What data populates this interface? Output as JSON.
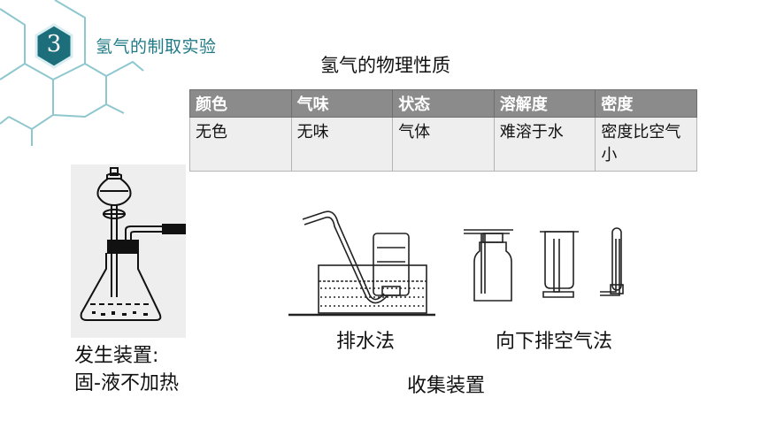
{
  "section": {
    "number": "3",
    "title": "氢气的制取实验"
  },
  "table": {
    "title": "氢气的物理性质",
    "headers": [
      "颜色",
      "气味",
      "状态",
      "溶解度",
      "密度"
    ],
    "row": [
      "无色",
      "无味",
      "气体",
      "难溶于水",
      "密度比空气小"
    ]
  },
  "labels": {
    "generator_line1": "发生装置:",
    "generator_line2": "固-液不加热",
    "water_method": "排水法",
    "downward_air_method": "向下排空气法",
    "collection": "收集装置"
  },
  "colors": {
    "accent": "#1f7a86",
    "badge": "#1b6e7a",
    "header_bg": "#8b8b8b",
    "cell_bg": "#eeeeee"
  }
}
